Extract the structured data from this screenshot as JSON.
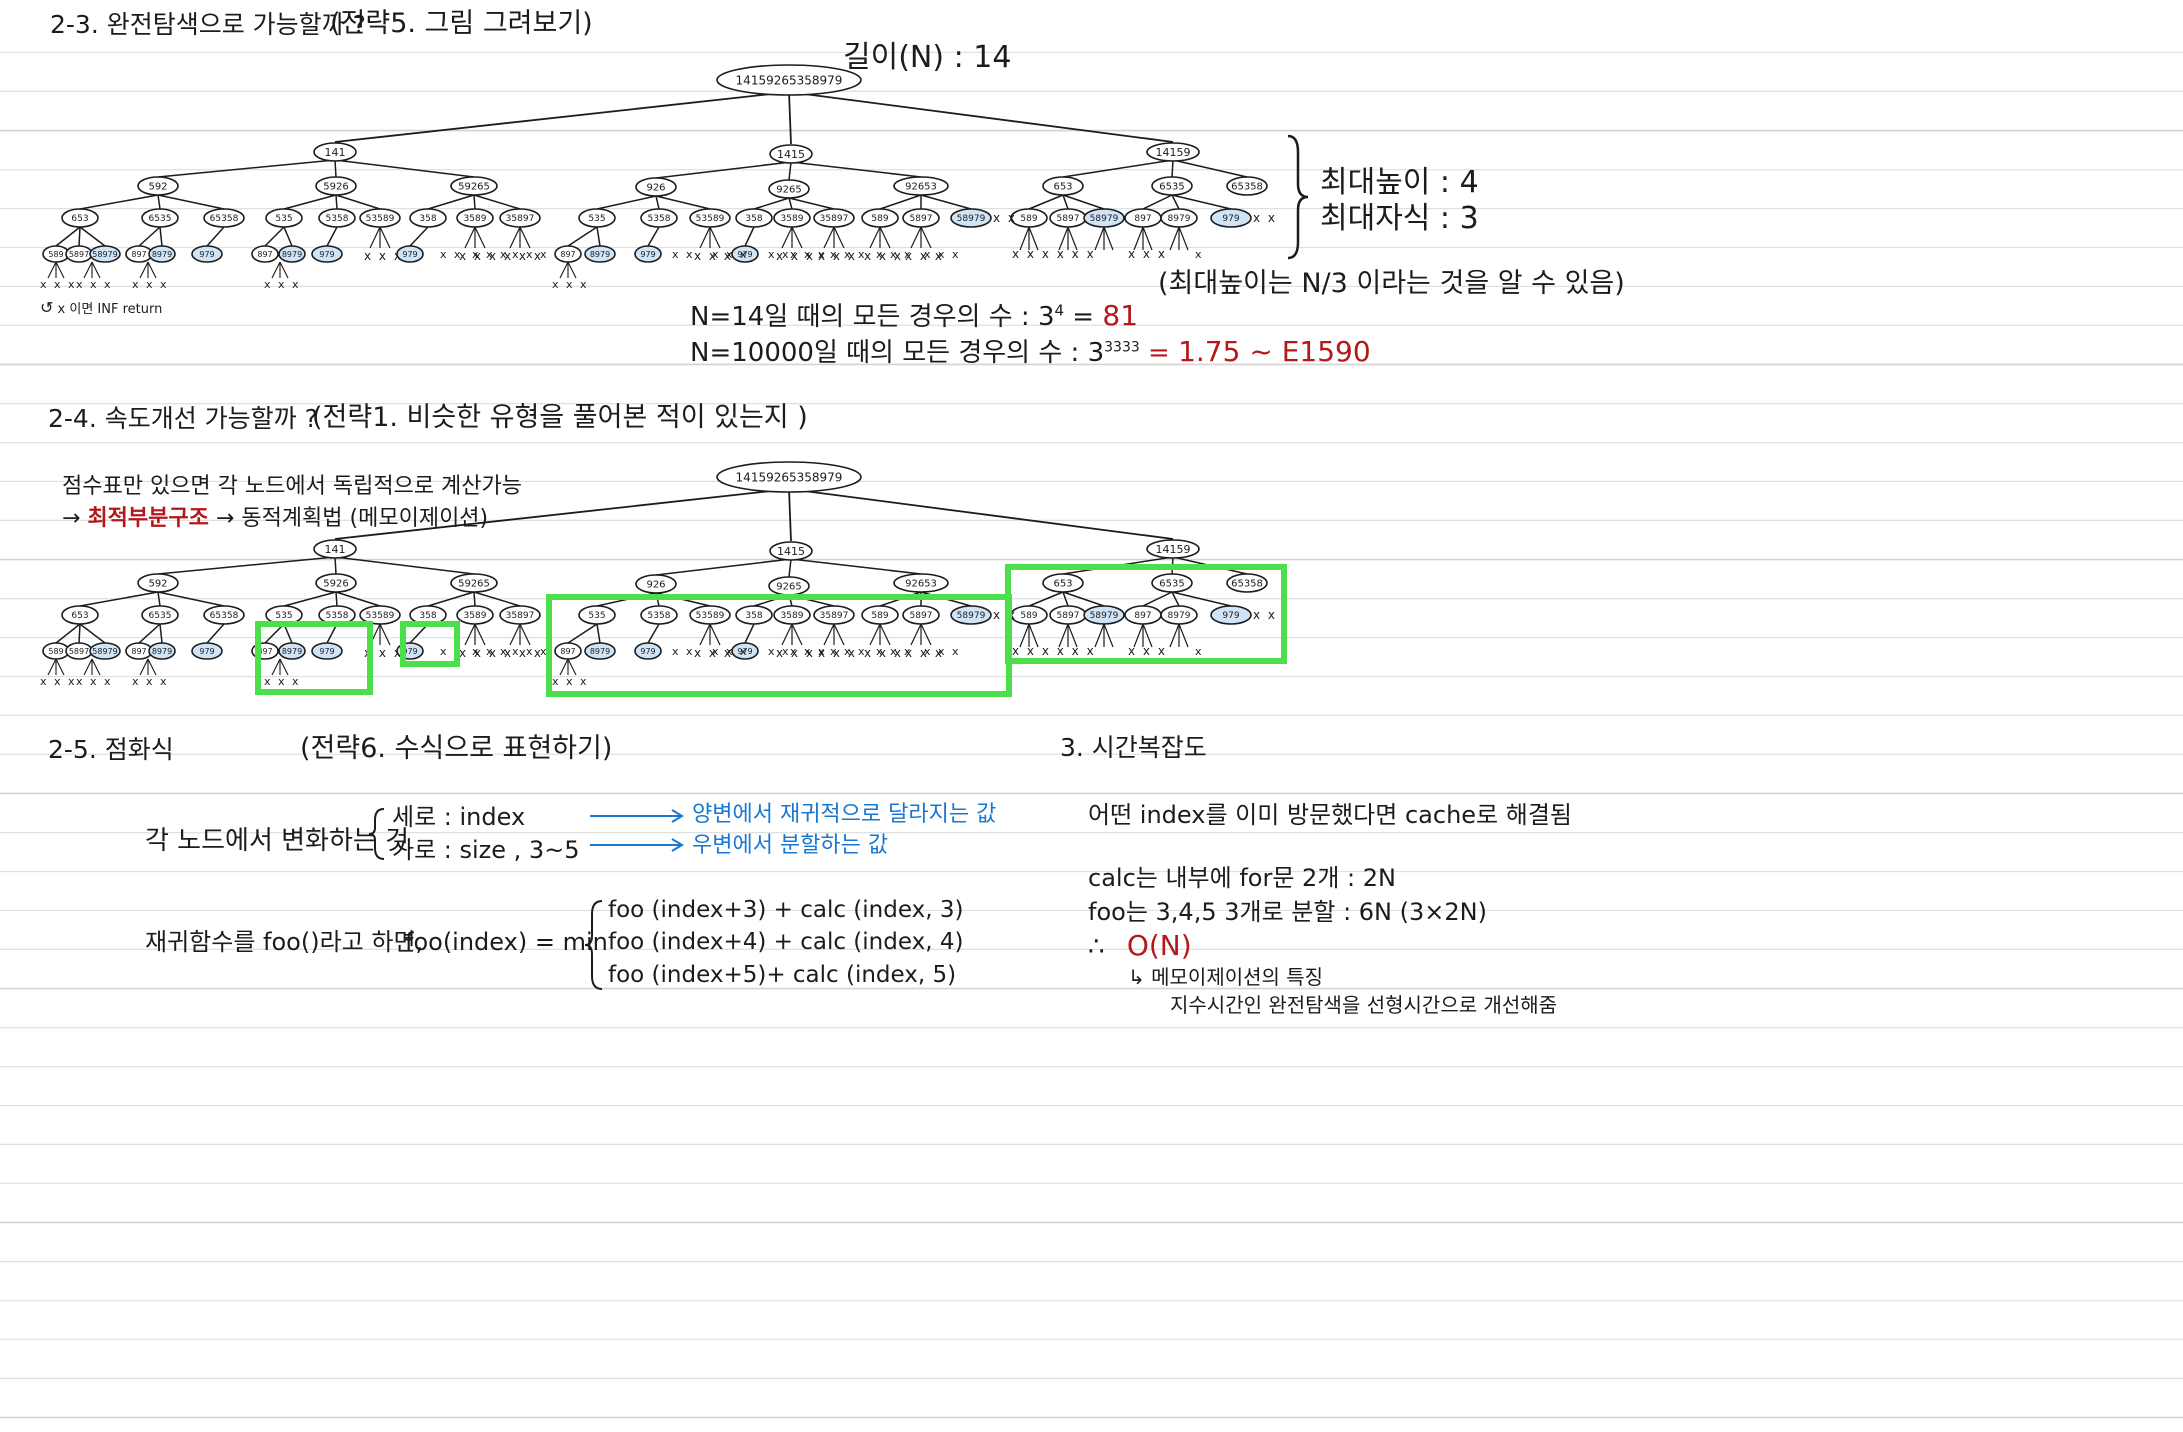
{
  "sec23": {
    "heading": "2-3. 완전탐색으로 가능할까 ?",
    "strategy": "(전략5. 그림 그려보기)",
    "length_label": "길이(N) : 14",
    "max_height": "최대높이 : 4",
    "max_children": "최대자식 : 3",
    "note": "(최대높이는 N/3 이라는 것을 알 수 있음)",
    "x_note": "x 이면 INF return",
    "cases14_prefix": "N=14일 때의 모든 경우의 수 : 3",
    "cases14_exp": "4",
    "cases14_eq": " = ",
    "cases14_value": "81",
    "cases10000_prefix": "N=10000일 때의 모든 경우의 수 : 3",
    "cases10000_exp": "3333",
    "cases10000_eq": " = ",
    "cases10000_value": "1.75 ~ E1590"
  },
  "tree": {
    "root": "14159265358979",
    "l1": [
      "141",
      "1415",
      "14159"
    ],
    "l2": [
      "592",
      "5926",
      "59265",
      "926",
      "9265",
      "92653",
      "653",
      "6535",
      "65358"
    ],
    "l3": [
      "653",
      "6535",
      "65358",
      "535",
      "5358",
      "53589",
      "358",
      "3589",
      "35897",
      "535",
      "5358",
      "53589",
      "358",
      "3589",
      "35897",
      "589",
      "5897",
      "58979",
      "589",
      "5897",
      "58979",
      "897",
      "8979",
      "979"
    ],
    "l4": [
      "589",
      "5897",
      "58979",
      "897",
      "8979",
      "979",
      "897",
      "8979",
      "979",
      "979",
      "897",
      "8979",
      "979",
      "979"
    ],
    "x_marker": "x"
  },
  "sec24": {
    "heading": "2-4. 속도개선 가능할까 ?",
    "strategy": "(전략1. 비슷한 유형을 풀어본 적이 있는지 )",
    "line1": "점수표만 있으면 각 노드에서 독립적으로 계산가능",
    "arrow1": "→",
    "optimal": "최적부분구조",
    "arrow2": "→",
    "dp": "동적계획법 (메모이제이션)"
  },
  "sec25": {
    "heading": "2-5. 점화식",
    "strategy": "(전략6. 수식으로 표현하기)",
    "changes_label": "각 노드에서 변화하는 것",
    "vertical": "세로 : index",
    "horizontal": "가로 : size , 3~5",
    "vertical_note": "양변에서 재귀적으로 달라지는 값",
    "horizontal_note": "우변에서 분할하는 값",
    "recursive_label": "재귀함수를 foo()라고 하면,",
    "foo_lhs": "foo(index) = min",
    "foo_cases": [
      "foo (index+3) + calc (index, 3)",
      "foo (index+4) + calc (index, 4)",
      "foo (index+5)+ calc (index, 5)"
    ]
  },
  "sec3": {
    "heading": "3. 시간복잡도",
    "cache": "어떤 index를 이미 방문했다면 cache로 해결됨",
    "calc": "calc는 내부에 for문 2개 : 2N",
    "foo": "foo는 3,4,5 3개로 분할 : 6N (3×2N)",
    "therefore": "∴",
    "complexity": "O(N)",
    "memo_arrow": "↳",
    "memo_title": "메모이제이션의 특징",
    "memo_desc": "지수시간인 완전탐색을 선형시간으로 개선해줌"
  },
  "colors": {
    "ink": "#1c1c1c",
    "red": "#b3181b",
    "blue": "#1877d2",
    "highlight_fill": "#cfe4f7",
    "green": "#4be04b",
    "rule": "#d4d4d4"
  }
}
